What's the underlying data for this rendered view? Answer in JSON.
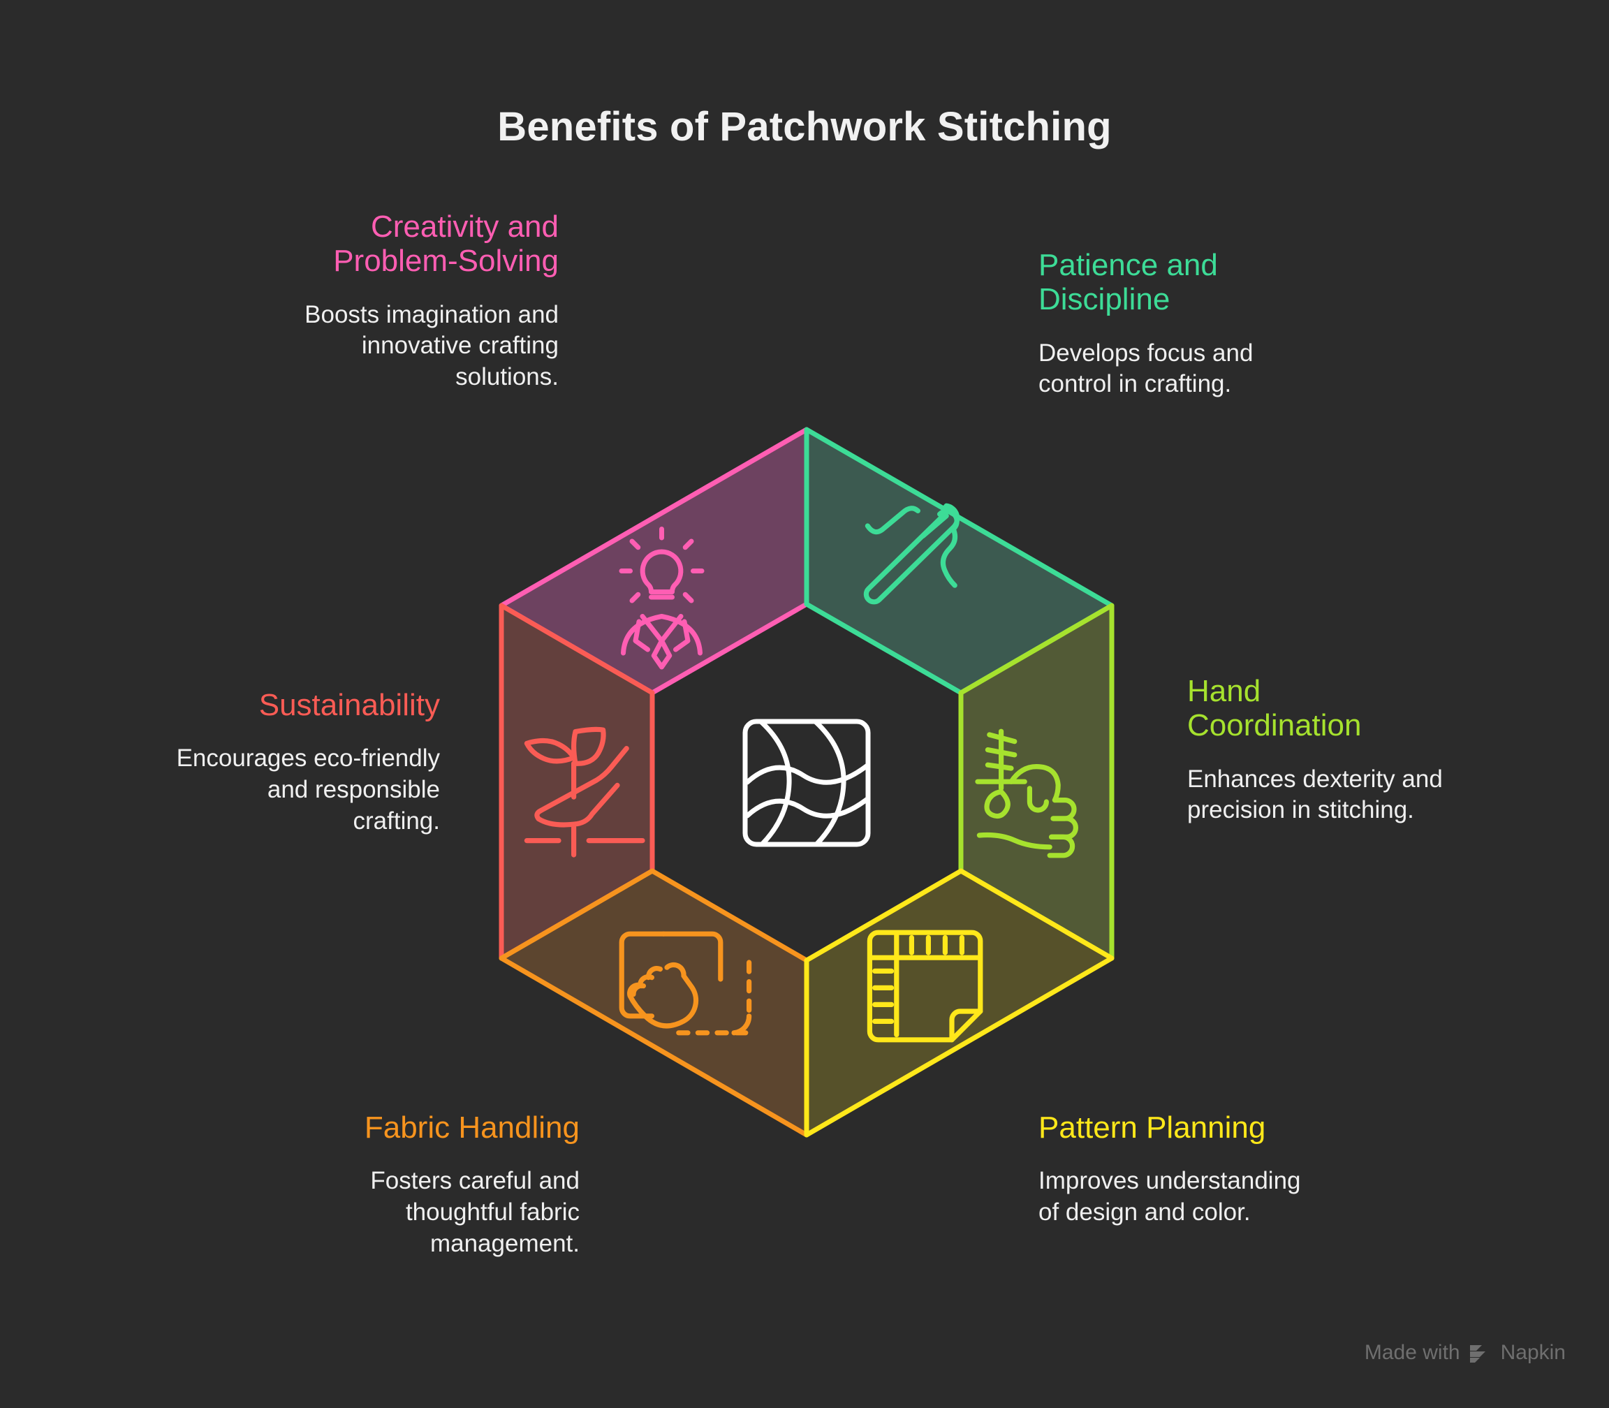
{
  "page": {
    "title": "Benefits of Patchwork Stitching",
    "background_color": "#2b2b2b",
    "text_color": "#f1f1f1"
  },
  "center": {
    "icon": "patchwork-quilt-icon",
    "color": "#ffffff"
  },
  "segments": [
    {
      "id": "creativity",
      "position": "top-left",
      "title": "Creativity and\nProblem-Solving",
      "description": "Boosts imagination and\ninnovative crafting\nsolutions.",
      "color": "#ff5eb3",
      "fill": "#6d4260",
      "icon": "lightbulb-person-idea-icon",
      "align": "right"
    },
    {
      "id": "patience",
      "position": "top-right",
      "title": "Patience and\nDiscipline",
      "description": "Develops focus and\ncontrol in crafting.",
      "color": "#3ddc97",
      "fill": "#3c5a50",
      "icon": "needle-and-thread-icon",
      "align": "left"
    },
    {
      "id": "sustainability",
      "position": "left",
      "title": "Sustainability",
      "description": "Encourages eco-friendly\nand responsible\ncrafting.",
      "color": "#fa5c55",
      "fill": "#63403d",
      "icon": "sprout-in-hand-icon",
      "align": "right"
    },
    {
      "id": "hand-coordination",
      "position": "right",
      "title": "Hand\nCoordination",
      "description": "Enhances dexterity and\nprecision in stitching.",
      "color": "#a6e22e",
      "fill": "#525a36",
      "icon": "hand-holding-needle-icon",
      "align": "left"
    },
    {
      "id": "fabric-handling",
      "position": "bottom-left",
      "title": "Fabric Handling",
      "description": "Fosters careful and\nthoughtful fabric\nmanagement.",
      "color": "#f7941e",
      "fill": "#5c452f",
      "icon": "hand-moving-fabric-icon",
      "align": "right"
    },
    {
      "id": "pattern-planning",
      "position": "bottom-right",
      "title": "Pattern Planning",
      "description": "Improves understanding\nof design and color.",
      "color": "#ffe81a",
      "fill": "#56512a",
      "icon": "pattern-ruler-sheet-icon",
      "align": "left"
    }
  ],
  "watermark": {
    "prefix": "Made with",
    "brand": "Napkin",
    "color": "#6f6f6f"
  }
}
